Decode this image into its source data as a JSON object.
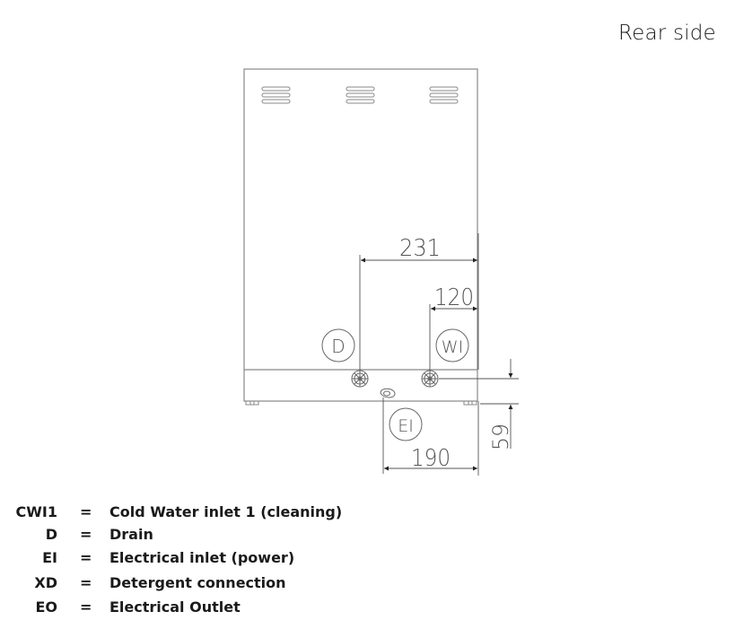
{
  "title": "Rear side",
  "drawing": {
    "dimensions": {
      "d_to_edge": "231",
      "wi_to_edge": "120",
      "ei_to_edge": "190",
      "height_from_floor": "59"
    },
    "callouts": {
      "drain": "D",
      "water_inlet": "WI",
      "electrical_inlet": "EI"
    }
  },
  "legend": [
    {
      "code": "CWI1",
      "eq": "=",
      "description": "Cold Water inlet 1 (cleaning)"
    },
    {
      "code": "D",
      "eq": "=",
      "description": "Drain"
    },
    {
      "code": "EI",
      "eq": "=",
      "description": "Electrical inlet (power)"
    },
    {
      "code": "XD",
      "eq": "=",
      "description": "Detergent connection"
    },
    {
      "code": "EO",
      "eq": "=",
      "description": "Electrical Outlet"
    }
  ]
}
